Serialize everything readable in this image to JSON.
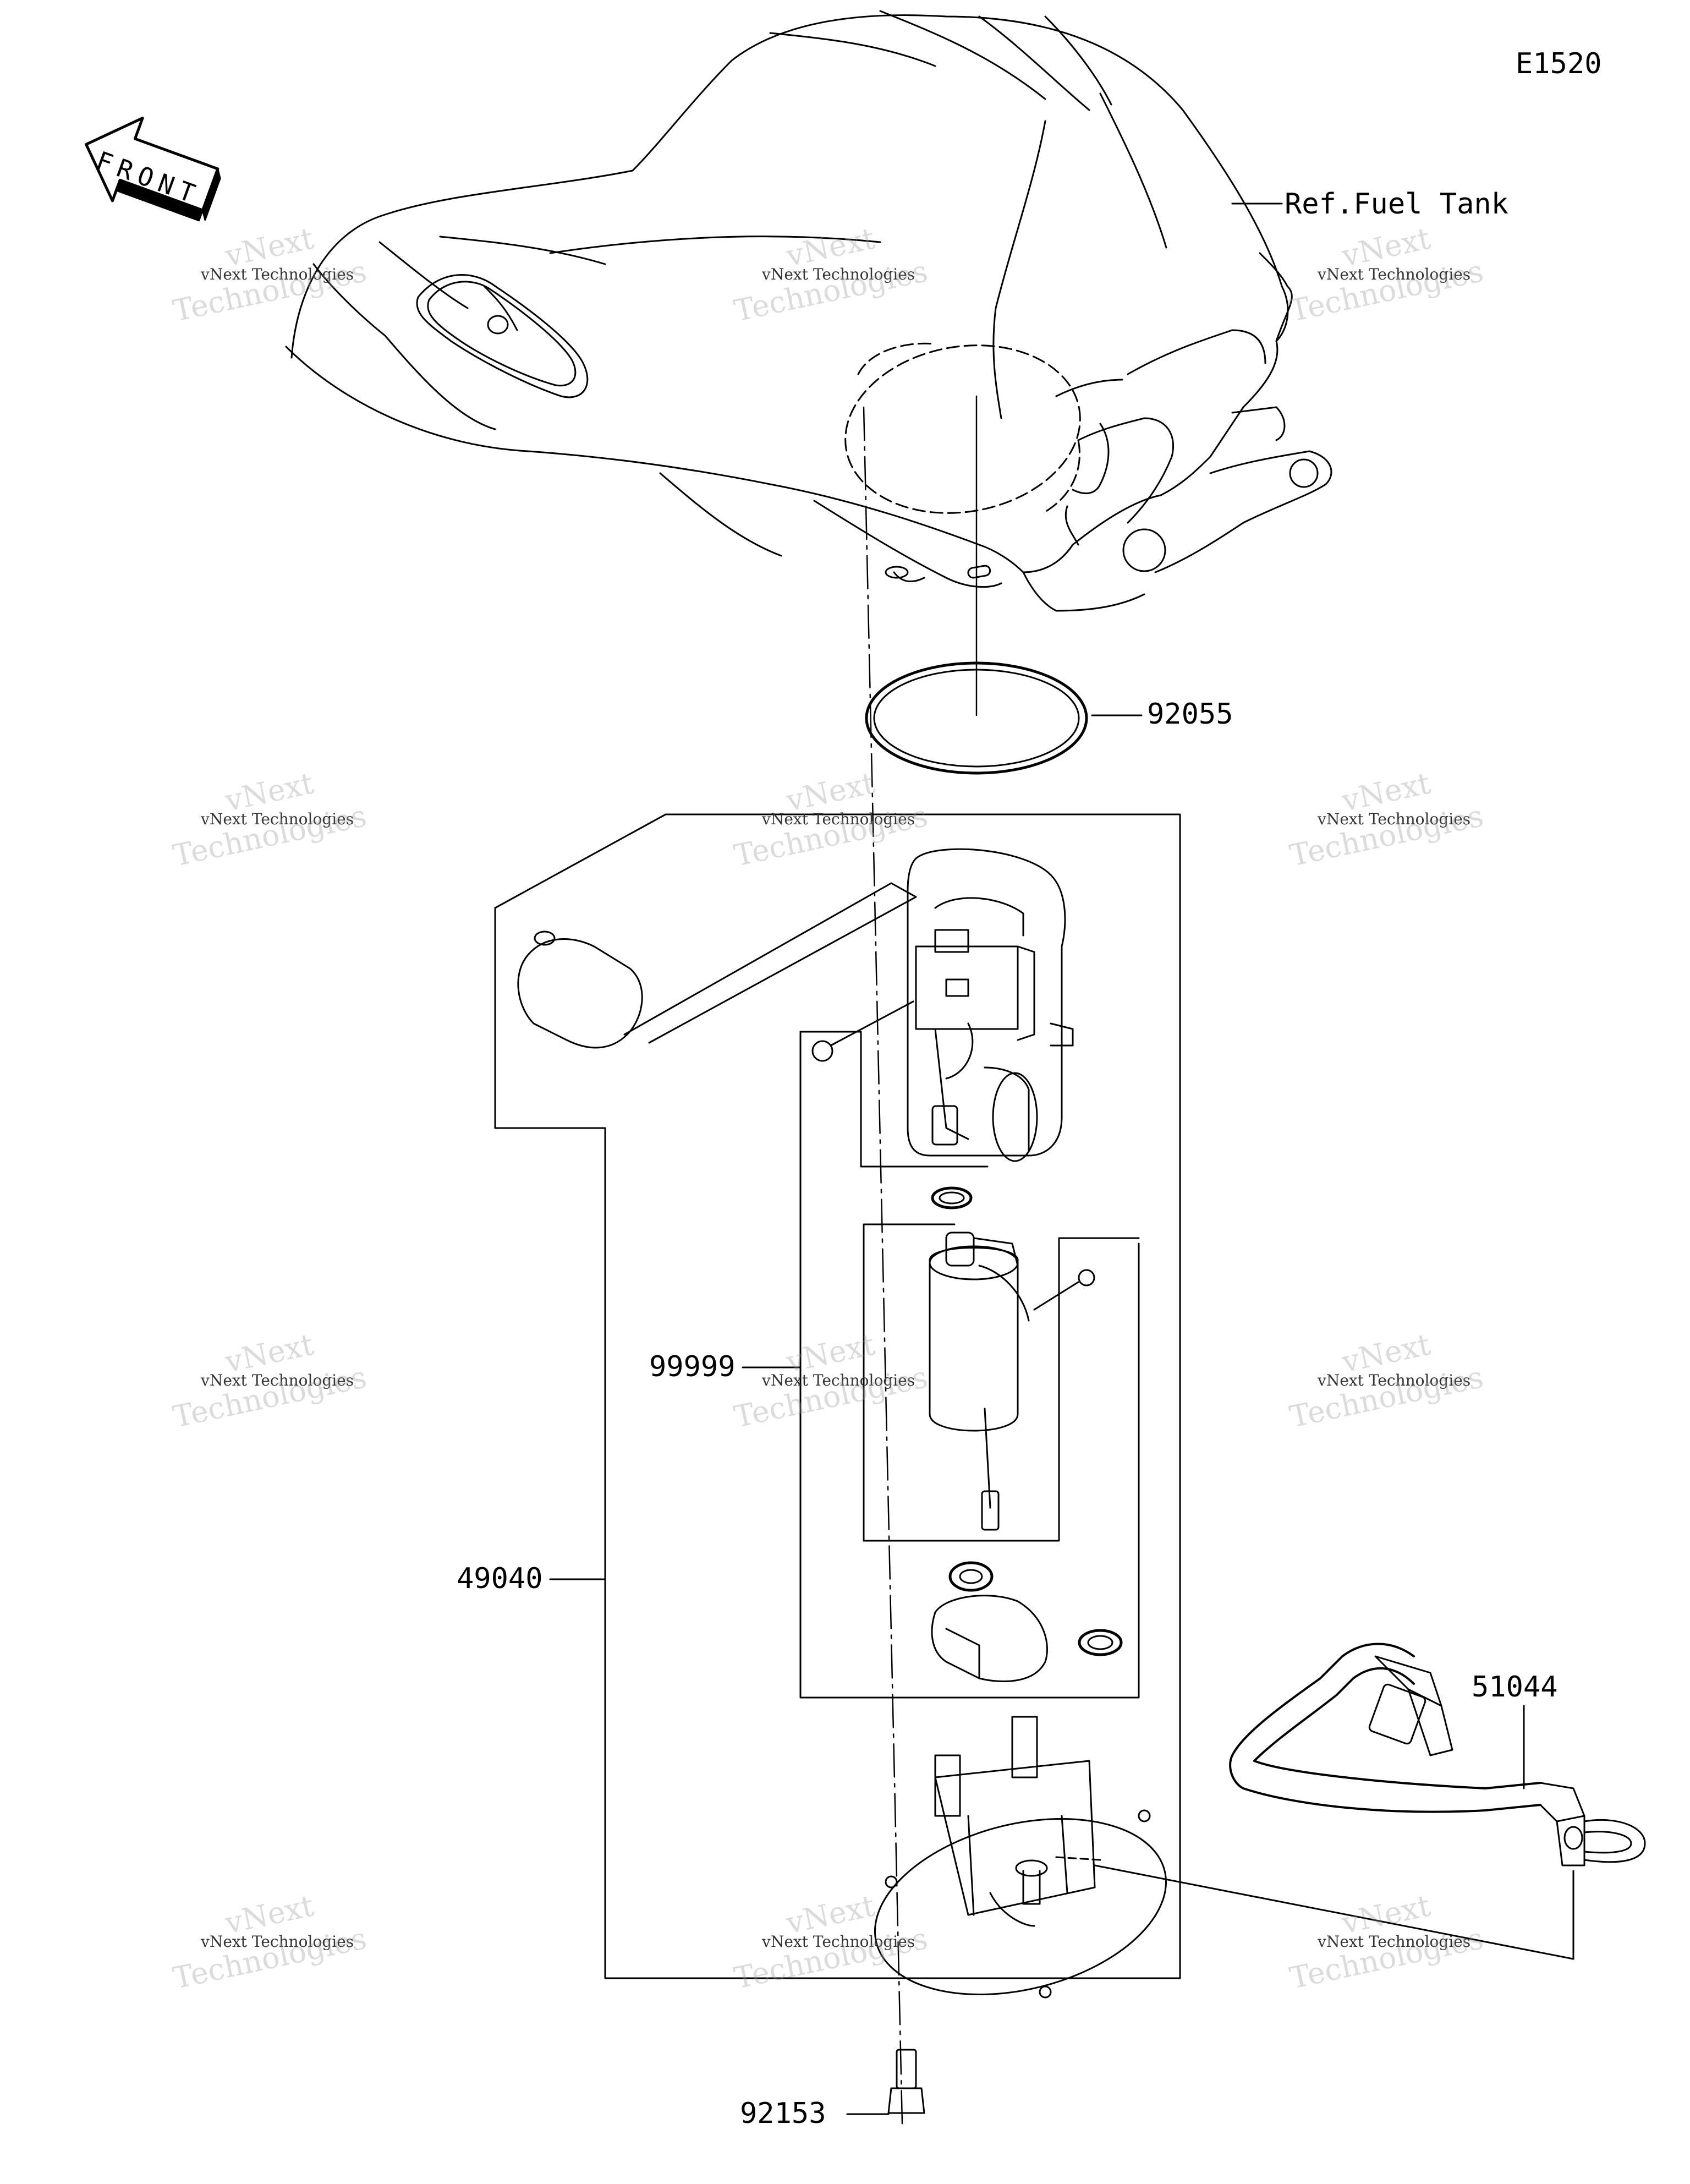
{
  "diagram_code": "E1520",
  "front_label": "FRONT",
  "ref_label": "Ref.Fuel Tank",
  "parts": {
    "oring": "92055",
    "pump_assy": "49040",
    "pump_kit": "99999",
    "hose": "51044",
    "bolt": "92153"
  },
  "watermark": {
    "line1": "vNext Technologies",
    "line2": "vNext",
    "line3": "Technologies"
  }
}
